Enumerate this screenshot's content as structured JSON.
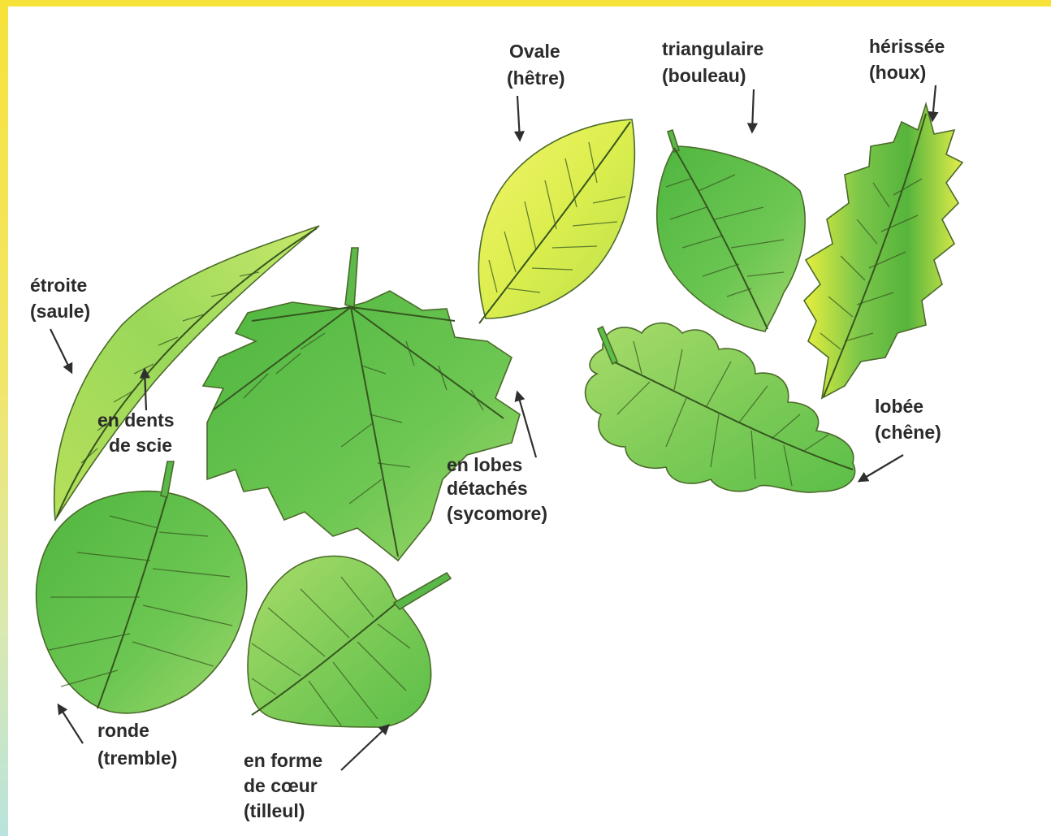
{
  "palette": {
    "frame": "#f7e23a",
    "paper": "#ffffff",
    "leaf_green": "#5cbf4a",
    "leaf_light": "#9ad66a",
    "leaf_yellow": "#e7f25a",
    "vein": "#3a5a22",
    "text": "#2b2b2b"
  },
  "labels": {
    "ovale": [
      "Ovale",
      "(hêtre)"
    ],
    "triangulaire": [
      "triangulaire",
      "(bouleau)"
    ],
    "herissee": [
      "hérissée",
      "(houx)"
    ],
    "etroite": [
      "étroite",
      "(saule)"
    ],
    "dents": [
      "en dents",
      "de scie"
    ],
    "lobes": [
      "en lobes",
      "détachés",
      "(sycomore)"
    ],
    "lobee": [
      "lobée",
      "(chêne)"
    ],
    "ronde": [
      "ronde",
      "(tremble)"
    ],
    "coeur": [
      "en forme",
      "de cœur",
      "(tilleul)"
    ]
  }
}
